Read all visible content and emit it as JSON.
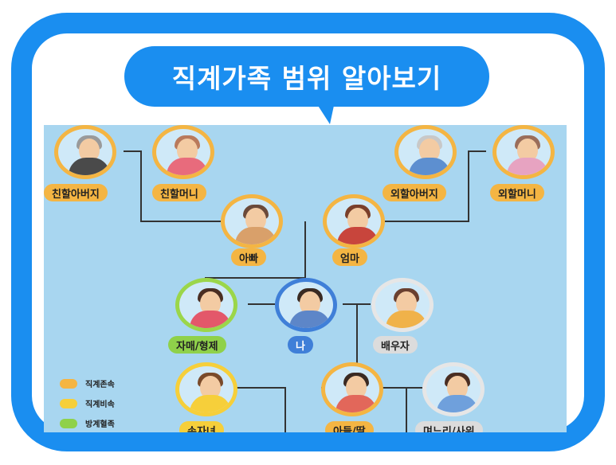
{
  "title": "직계가족 범위 알아보기",
  "colors": {
    "frame": "#1a8ef0",
    "background": "#a8d6f0",
    "lineal_ascendant": "#f4b543",
    "lineal_descendant": "#f6cf3a",
    "collateral": "#8fd14a",
    "self": "#3f7fd8",
    "spouse": "#dcdcdc"
  },
  "people": {
    "pat_grandfather": "친할아버지",
    "pat_grandmother": "친할머니",
    "mat_grandfather": "외할아버지",
    "mat_grandmother": "외할머니",
    "father": "아빠",
    "mother": "엄마",
    "sibling": "자매/형제",
    "me": "나",
    "spouse": "배우자",
    "grandchild": "손자녀",
    "child": "아들/딸",
    "child_spouse": "며느리/사위"
  },
  "legend": [
    "직계존속",
    "직계비속",
    "방계혈족"
  ]
}
